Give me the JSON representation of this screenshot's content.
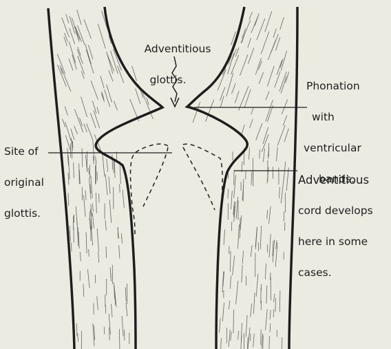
{
  "labels": {
    "adventitious_glottis": [
      "Adventitious",
      "glottis."
    ],
    "phonation": [
      "Phonation",
      "with",
      "ventricular",
      "bands."
    ],
    "site_original": [
      "Site of",
      "original",
      "glottis."
    ],
    "adventitious_cord": [
      "Adventitious",
      "cord develops",
      "here in some",
      "cases."
    ]
  },
  "colors": {
    "ink": "#1e1e1e",
    "background": "#ebebe2"
  }
}
